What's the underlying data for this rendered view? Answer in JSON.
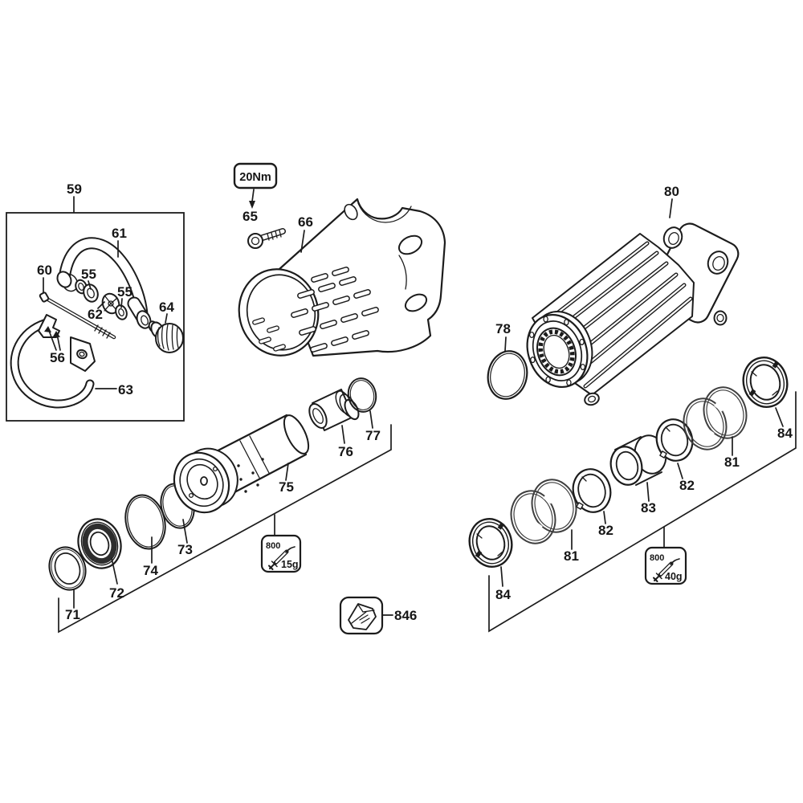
{
  "diagram": {
    "title_hint": "exploded parts diagram",
    "background": "#ffffff",
    "line_color": "#1c1c1c",
    "labels": {
      "group_inset": "59",
      "handle": "61",
      "bolt": "60",
      "washer": "55",
      "disc": "62",
      "clamp_lever": "56",
      "band": "63",
      "knob": "64",
      "screw": "65",
      "housing_sleeve": "66",
      "ring_71": "71",
      "seal_72": "72",
      "oring_73": "73",
      "oring_74": "74",
      "striker_75": "75",
      "sleeve_76": "76",
      "oring_77": "77",
      "oring_78": "78",
      "cylinder_80": "80",
      "piston_ring_81": "81",
      "seal_82": "82",
      "bushing_83": "83",
      "lock_ring_84": "84",
      "packet": "846"
    },
    "torque_note": {
      "text": "20Nm"
    },
    "grease_notes": [
      {
        "code": "800",
        "amount": "15g"
      },
      {
        "code": "800",
        "amount": "40g"
      }
    ]
  }
}
